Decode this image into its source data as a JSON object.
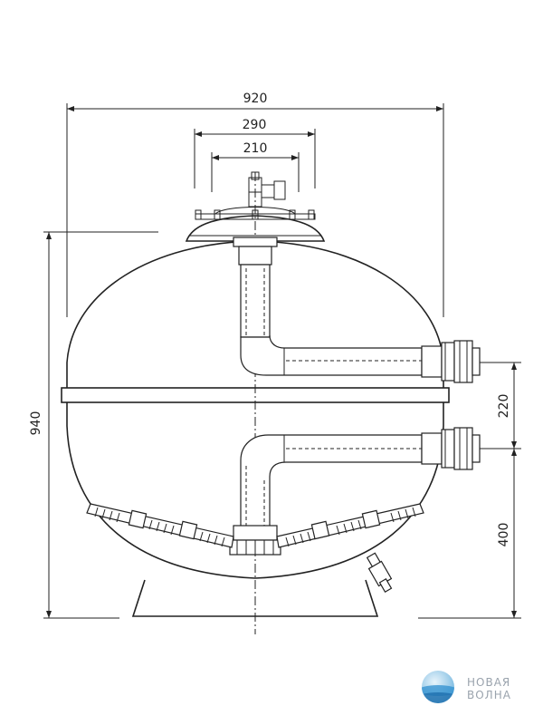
{
  "dimensions": {
    "overall_width": "920",
    "lid_outer": "290",
    "lid_inner": "210",
    "overall_height": "940",
    "port_spacing": "220",
    "lower_port_height": "400"
  },
  "logo": {
    "line1": "НОВАЯ",
    "line2": "ВОЛНА",
    "icon": "wave-globe-icon"
  },
  "colors": {
    "line": "#222222",
    "logo_text": "#9aa3ad",
    "logo_blue": "#2f8fcf"
  }
}
